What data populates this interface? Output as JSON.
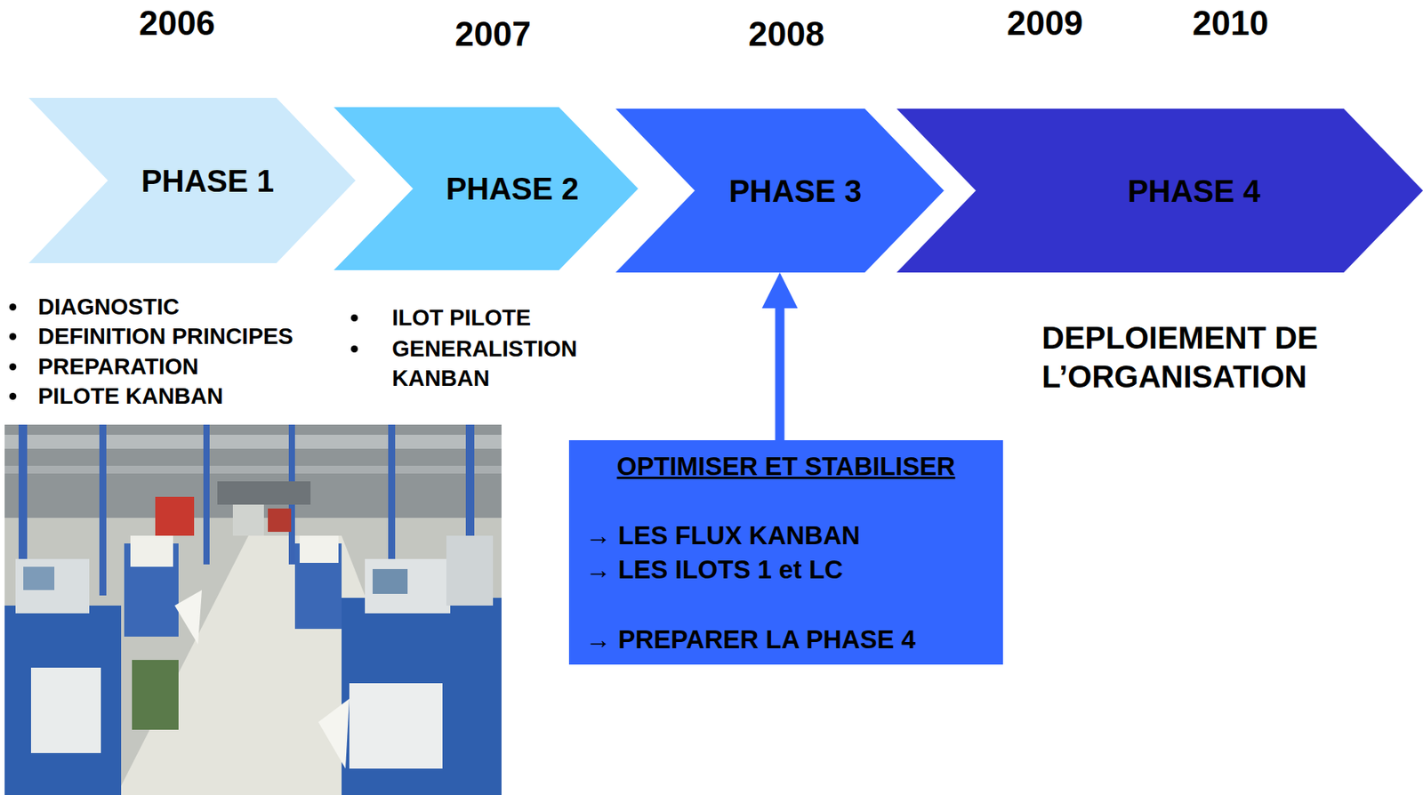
{
  "diagram": {
    "nodes": [
      {
        "text": [
          "PHASE 1"
        ]
      },
      {
        "text": [
          "PHASE 2"
        ]
      },
      {
        "text": [
          "PHASE 3"
        ]
      },
      {
        "text": [
          "PHASE 4"
        ]
      },
      {
        "text": [
          "OPTIMISER ET STABILISER",
          "→ LES FLUX KANBAN",
          "→ LES ILOTS 1 et LC",
          "→ PREPARER LA PHASE 4"
        ]
      }
    ],
    "edges": [
      {
        "from": 4,
        "to": 2,
        "arrow": "to"
      }
    ],
    "labels": [
      "2006",
      "2007",
      "2008",
      "2009",
      "2010",
      "DIAGNOSTIC",
      "DEFINITION PRINCIPES",
      "PREPARATION",
      "PILOTE KANBAN",
      "ILOT PILOTE",
      "GENERALISTION KANBAN",
      "DEPLOIEMENT DE L’ORGANISATION"
    ]
  }
}
